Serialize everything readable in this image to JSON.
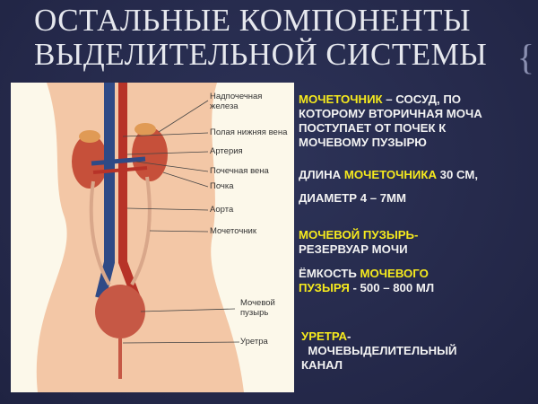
{
  "title": {
    "line1": "ОСТАЛЬНЫЕ КОМПОНЕНТЫ",
    "line2": "ВЫДЕЛИТЕЛЬНОЙ  СИСТЕМЫ"
  },
  "figure": {
    "labels": [
      "Надпочечная",
      "железа",
      "Полая нижняя вена",
      "Артерия",
      "Почечная вена",
      "Почка",
      "Аорта",
      "Мочеточник",
      "Мочевой",
      "пузырь",
      "Уретра"
    ]
  },
  "text": {
    "ureter_term": "МОЧЕТОЧНИК",
    "ureter_def1": " – СОСУД, ПО",
    "ureter_def2": "КОТОРОМУ ВТОРИЧНАЯ МОЧА",
    "ureter_def3": "ПОСТУПАЕТ ОТ ПОЧЕК К",
    "ureter_def4": "МОЧЕВОМУ ПУЗЫРЮ",
    "length_pre": "ДЛИНА ",
    "length_term": "МОЧЕТОЧНИКА",
    "length_val": " 30 СМ,",
    "diameter": "ДИАМЕТР  4 – 7ММ",
    "bladder_term": "МОЧЕВОЙ ПУЗЫРЬ-",
    "bladder_def": "РЕЗЕРВУАР МОЧИ",
    "capacity_pre": "ЁМКОСТЬ ",
    "capacity_term1": "МОЧЕВОГО",
    "capacity_term2": "ПУЗЫРЯ ",
    "capacity_val": " - 500 – 800 МЛ",
    "urethra_term": "УРЕТРА",
    "urethra_dash": "-",
    "urethra_def1": "МОЧЕВЫДЕЛИТЕЛЬНЫЙ",
    "urethra_def2": "КАНАЛ"
  },
  "colors": {
    "background": "#262b4e",
    "highlight": "#f6ea1d",
    "text": "#f2f2f2"
  }
}
